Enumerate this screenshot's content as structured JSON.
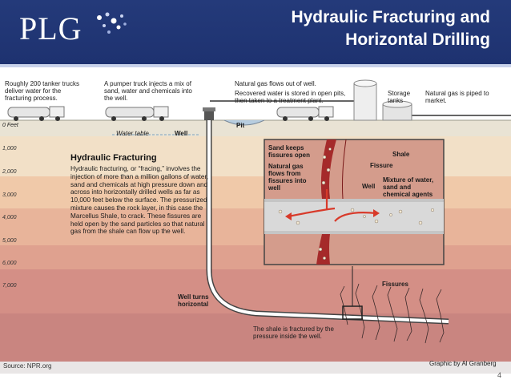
{
  "header": {
    "logo_text": "PLG",
    "title_line1": "Hydraulic Fracturing and",
    "title_line2": "Horizontal Drilling",
    "background": "#1e3270"
  },
  "surface_labels": {
    "tanker": "Roughly 200 tanker trucks deliver water for the fracturing process.",
    "pumper": "A pumper truck injects a mix of sand, water and chemicals into the well.",
    "gas_flows": "Natural gas flows out of well.",
    "recovered": "Recovered water is stored in open pits, then taken to a treatment plant.",
    "storage": "Storage tanks",
    "piped": "Natural gas is piped to market.",
    "feet0": "0 Feet",
    "water_table": "Water table",
    "well": "Well",
    "pit": "Pit"
  },
  "depth_labels": [
    "1,000",
    "2,000",
    "3,000",
    "4,000",
    "5,000",
    "6,000",
    "7,000"
  ],
  "panel": {
    "title": "Hydraulic Fracturing",
    "body": "Hydraulic fracturing, or “fracing,” involves the injection of more than a million gallons of water, sand and chemicals at high pressure down and across into horizontally drilled wells as far as 10,000 feet below the surface. The pressurized mixture causes the rock layer, in this case the Marcellus Shale, to crack. These fissures are held open by the sand particles so that natural gas from the shale can flow up the well."
  },
  "inset_labels": {
    "sand_keeps": "Sand keeps fissures open",
    "shale": "Shale",
    "fissure": "Fissure",
    "gas_from": "Natural gas flows from fissures into well",
    "well": "Well",
    "mixture": "Mixture of water, sand and chemical agents"
  },
  "lower_labels": {
    "fissures": "Fissures",
    "well_turns": "Well turns horizontal",
    "shale_fractured": "The shale is fractured by the pressure inside the well."
  },
  "footer": {
    "source": "Source: NPR.org",
    "credit": "Graphic by Al Granberg",
    "page": "4"
  }
}
